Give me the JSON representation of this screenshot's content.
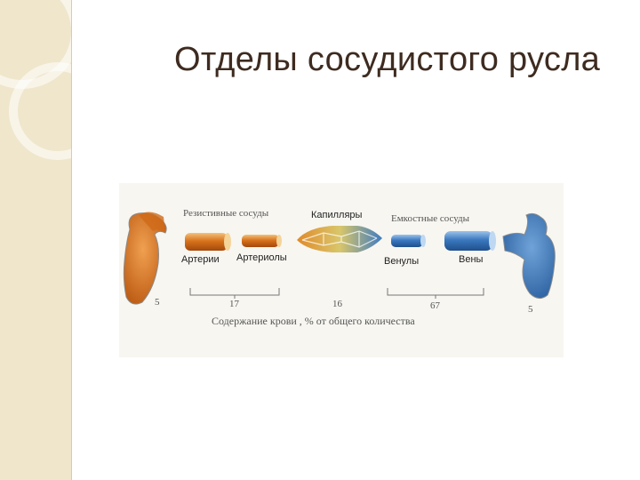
{
  "slide": {
    "title": "Отделы сосудистого русла"
  },
  "diagram": {
    "group_resistive": "Резистивные сосуды",
    "capillaries": "Капилляры",
    "group_capacitive": "Емкостные сосуды",
    "arteries": "Артерии",
    "arterioles": "Артериолы",
    "venules": "Венулы",
    "veins": "Вены",
    "pct_heart_left": "5",
    "pct_arterial": "17",
    "pct_capillary": "16",
    "pct_venous": "67",
    "pct_heart_right": "5",
    "caption": "Содержание крови ,  % от  общего количества"
  },
  "colors": {
    "sidebar": "#efe6cc",
    "arterial": "#d8731d",
    "venous": "#3a78bf",
    "title": "#3e2b20"
  }
}
